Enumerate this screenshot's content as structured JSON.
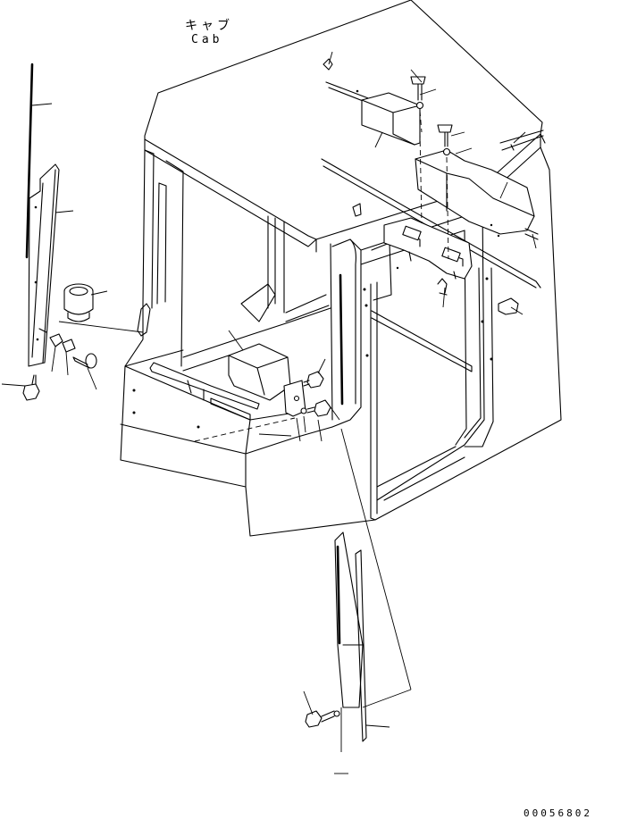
{
  "title": {
    "japanese": "キャブ",
    "english": "Cab"
  },
  "reference_number": "00056802",
  "colors": {
    "line": "#000000",
    "background": "#ffffff"
  }
}
